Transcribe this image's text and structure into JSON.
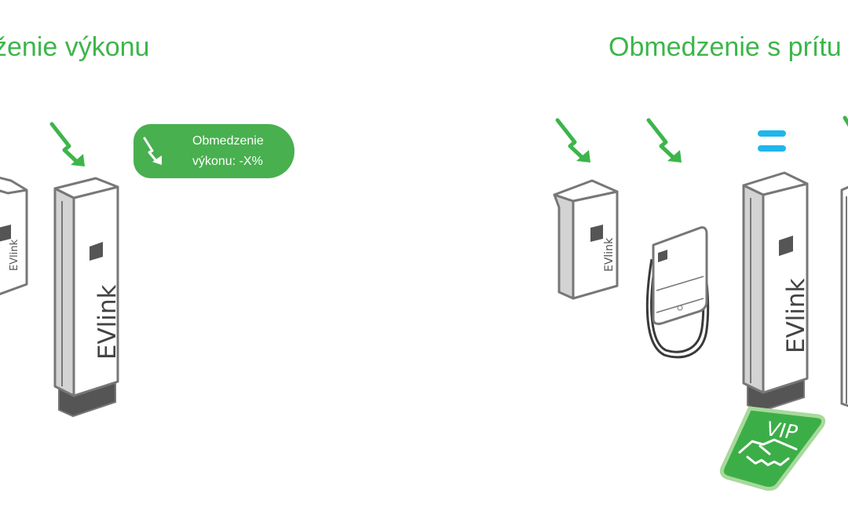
{
  "left_section": {
    "title": "ženie výkonu"
  },
  "right_section": {
    "title": "Obmedzenie s prítu"
  },
  "badge": {
    "line1": "Obmedzenie",
    "line2": "výkonu: -X%"
  },
  "charger_brand": "EVlink",
  "vip_label": "VIP",
  "icons": [
    "lightning-arrow-icon",
    "equals-icon",
    "handshake-icon"
  ],
  "colors": {
    "green": "#3db54a",
    "badge_green": "#48b04f",
    "vip_green": "#3cae48",
    "equals_blue": "#1fb6ec",
    "outline_grey": "#777777",
    "body_white": "#ffffff",
    "panel_grey": "#d3d3d3",
    "dark_base": "#555555"
  }
}
